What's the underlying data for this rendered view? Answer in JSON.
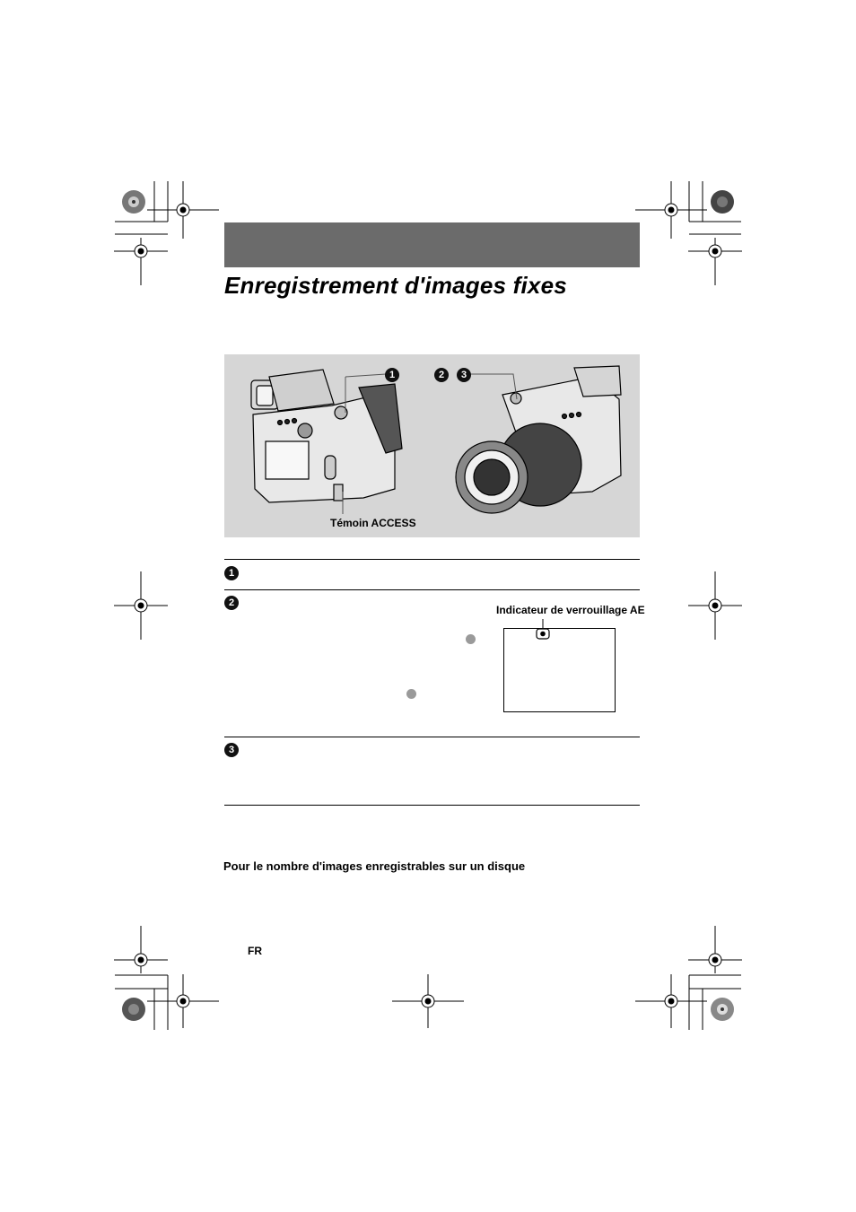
{
  "title": "Enregistrement d'images fixes",
  "figure": {
    "access_label": "Témoin ACCESS",
    "callouts": [
      "1",
      "2",
      "3"
    ]
  },
  "steps": [
    {
      "number": "1"
    },
    {
      "number": "2",
      "indicator_label": "Indicateur de verrouillage AE"
    },
    {
      "number": "3"
    }
  ],
  "section_heading": "Pour le nombre d'images enregistrables sur un disque",
  "footer": {
    "language_code": "FR"
  },
  "colors": {
    "header_band": "#6b6b6b",
    "figure_bg": "#d6d6d6",
    "dot": "#9a9a9a"
  }
}
